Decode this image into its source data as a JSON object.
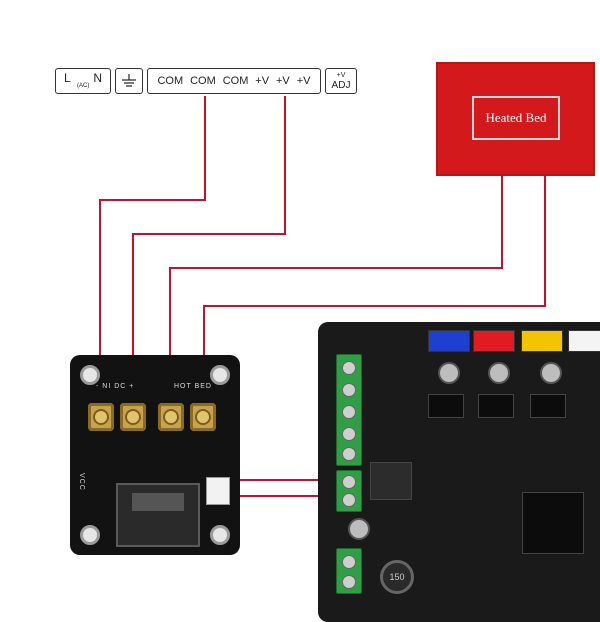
{
  "power_supply": {
    "ac_l": "L",
    "ac_n": "N",
    "ac_sub": "(AC)",
    "ground_icon": "earth-ground-icon",
    "outputs": [
      "COM",
      "COM",
      "COM",
      "+V",
      "+V",
      "+V"
    ],
    "adj_sup": "+V",
    "adj": "ADJ"
  },
  "heated_bed": {
    "label": "Heated Bed"
  },
  "mosfet_module": {
    "top_labels": [
      "- NI DC +",
      "HOT BED"
    ],
    "side_label": "VCC"
  },
  "mainboard": {
    "inductor_label": "150"
  },
  "colors": {
    "wire": "#c8102e",
    "bed": "#d4191c",
    "stepper_headers": [
      "#1f3fd1",
      "#e11b22",
      "#f2c500",
      "#f4f4f4"
    ]
  }
}
